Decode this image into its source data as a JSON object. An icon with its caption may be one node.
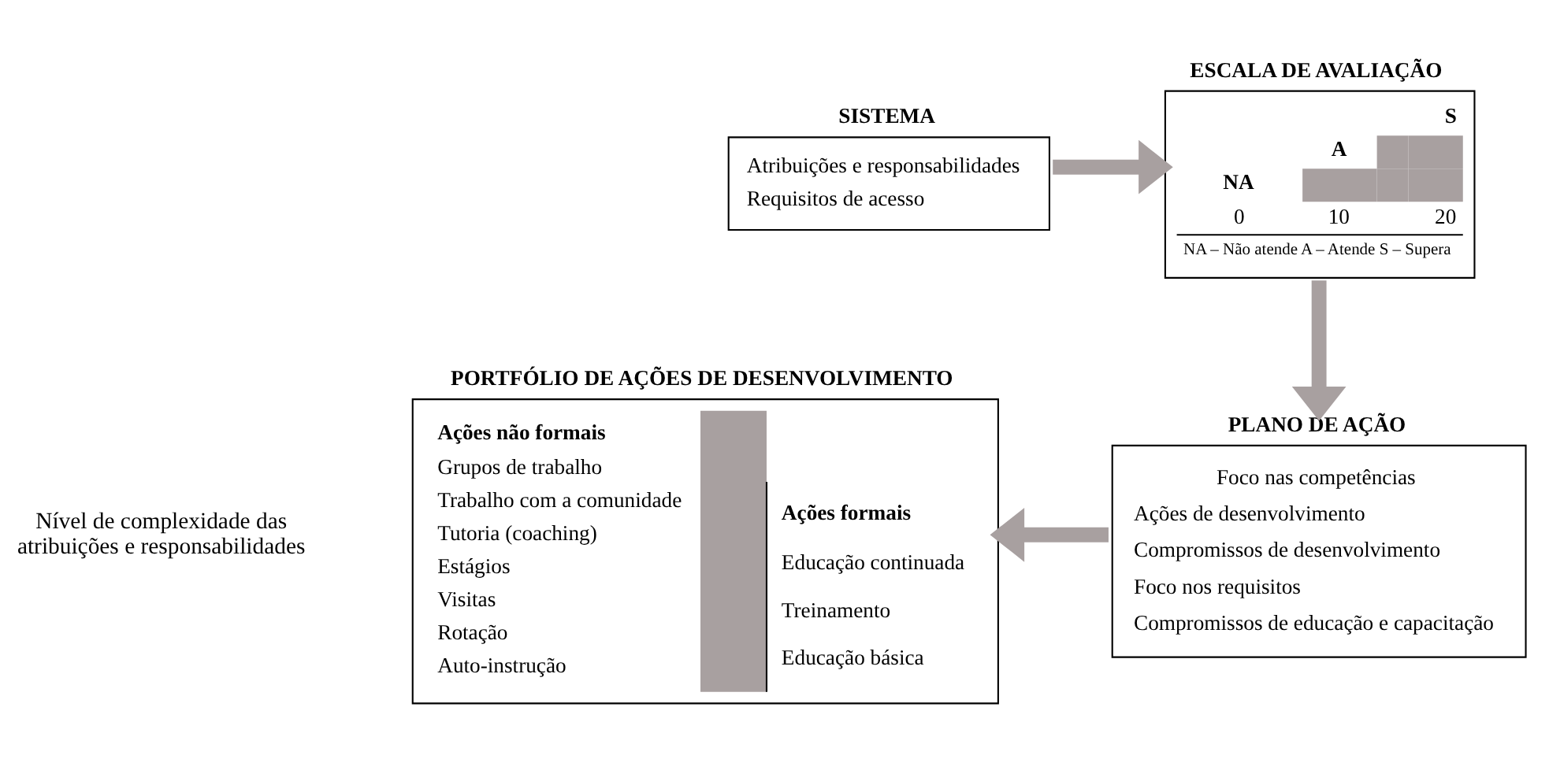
{
  "diagram": {
    "nodes": [
      {
        "text": [
          "SISTEMA",
          "Atribuições e responsabilidades",
          "Requisitos de acesso"
        ]
      },
      {
        "text": [
          "ESCALA DE AVALIAÇÃO",
          "S",
          "A",
          "NA",
          "0",
          "10",
          "20",
          "NA – Não atende A – Atende S – Supera"
        ]
      },
      {
        "text": [
          "PLANO DE AÇÃO",
          "Foco nas competências",
          "Ações de desenvolvimento",
          "Compromissos de desenvolvimento",
          "Foco nos requisitos",
          "Compromissos de educação e capacitação"
        ]
      },
      {
        "text": [
          "PORTFÓLIO DE AÇÕES DE DESENVOLVIMENTO",
          "Ações não formais",
          "Grupos de trabalho",
          "Trabalho com a comunidade",
          "Tutoria (coaching)",
          "Estágios",
          "Visitas",
          "Rotação",
          "Auto-instrução",
          "Ações formais",
          "Educação continuada",
          "Treinamento",
          "Educação básica"
        ]
      }
    ],
    "edges": [
      {
        "from": 0,
        "to": 1,
        "arrow": "to"
      },
      {
        "from": 1,
        "to": 2,
        "arrow": "to"
      },
      {
        "from": 2,
        "to": 3,
        "arrow": "to"
      }
    ],
    "labels": [
      "Nível de complexidade das atribuições e responsabilidades"
    ]
  }
}
